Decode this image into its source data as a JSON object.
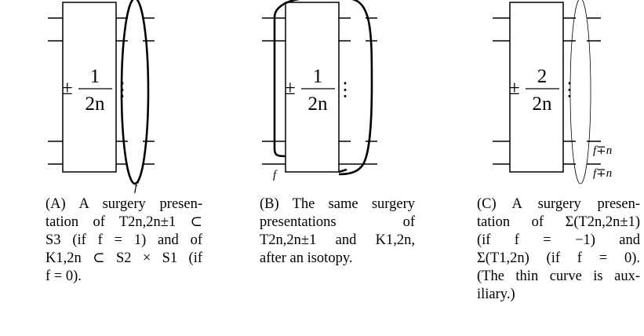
{
  "figures": [
    {
      "id": "a",
      "coefficient": "±",
      "numerator": "1",
      "denominator": "2n",
      "dots": "⋮",
      "curve_labels": [
        "f"
      ],
      "caption": [
        "(A) A surgery presen-",
        "tation of T2n,2n±1 ⊂",
        "S3 (if f = 1) and of",
        "K1,2n ⊂ S2 × S1 (if",
        "f = 0)."
      ]
    },
    {
      "id": "b",
      "coefficient": "±",
      "numerator": "1",
      "denominator": "2n",
      "dots": "⋮",
      "curve_labels": [
        "f"
      ],
      "caption": [
        "(B) The same surgery",
        "presentations of",
        "T2n,2n±1 and K1,2n,",
        "after an isotopy."
      ]
    },
    {
      "id": "c",
      "coefficient": "±",
      "numerator": "2",
      "denominator": "2n",
      "dots": "⋮",
      "curve_labels": [
        "f∓n",
        "f∓n"
      ],
      "caption": [
        "(C) A surgery presen-",
        "tation of Σ(T2n,2n±1)",
        "(if f = −1) and",
        "Σ(T1,2n) (if f = 0).",
        "(The thin curve is aux-",
        "iliary.)"
      ]
    }
  ]
}
